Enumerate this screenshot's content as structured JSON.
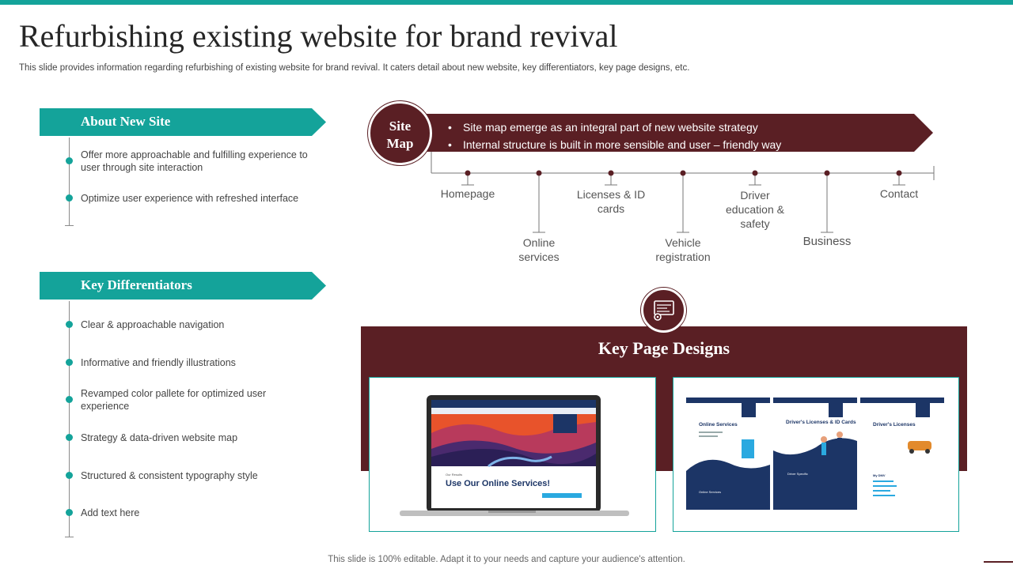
{
  "header": {
    "title": "Refurbishing existing website for brand revival",
    "subtitle": "This slide provides information regarding refurbishing of existing website for brand revival. It caters detail about new website, key differentiators, key page designs, etc."
  },
  "about": {
    "heading": "About New Site",
    "items": [
      "Offer more approachable and fulfilling experience to user through site interaction",
      "Optimize user experience with refreshed interface"
    ]
  },
  "differentiators": {
    "heading": "Key Differentiators",
    "items": [
      "Clear & approachable navigation",
      "Informative and friendly illustrations",
      "Revamped color pallete for optimized user experience",
      "Strategy & data-driven website map",
      "Structured & consistent typography style",
      "Add text here"
    ]
  },
  "sitemap": {
    "label_line1": "Site",
    "label_line2": "Map",
    "bullets": [
      "Site map emerge as an integral part of new website strategy",
      "Internal structure is built in more sensible and user – friendly way"
    ],
    "nodes": {
      "homepage": "Homepage",
      "online_services": "Online services",
      "licenses": "Licenses & ID cards",
      "vehicle": "Vehicle registration",
      "driver": "Driver education & safety",
      "business": "Business",
      "contact": "Contact"
    }
  },
  "key_pages": {
    "heading": "Key Page Designs",
    "laptop": {
      "hero_small": "Our Results",
      "hero_text": "Use Our Online Services!"
    },
    "pages": [
      {
        "title": "Online Services",
        "footer": "Online Services"
      },
      {
        "title": "Driver's Licenses & ID Cards",
        "footer": "Driver Specific"
      },
      {
        "title": "Driver's Licenses",
        "footer": "My DMV"
      }
    ]
  },
  "footer": {
    "text": "This slide is 100% editable. Adapt it to your needs and capture your audience's attention."
  },
  "colors": {
    "teal": "#14a39a",
    "maroon": "#5a1f24",
    "navy": "#1c3566"
  }
}
